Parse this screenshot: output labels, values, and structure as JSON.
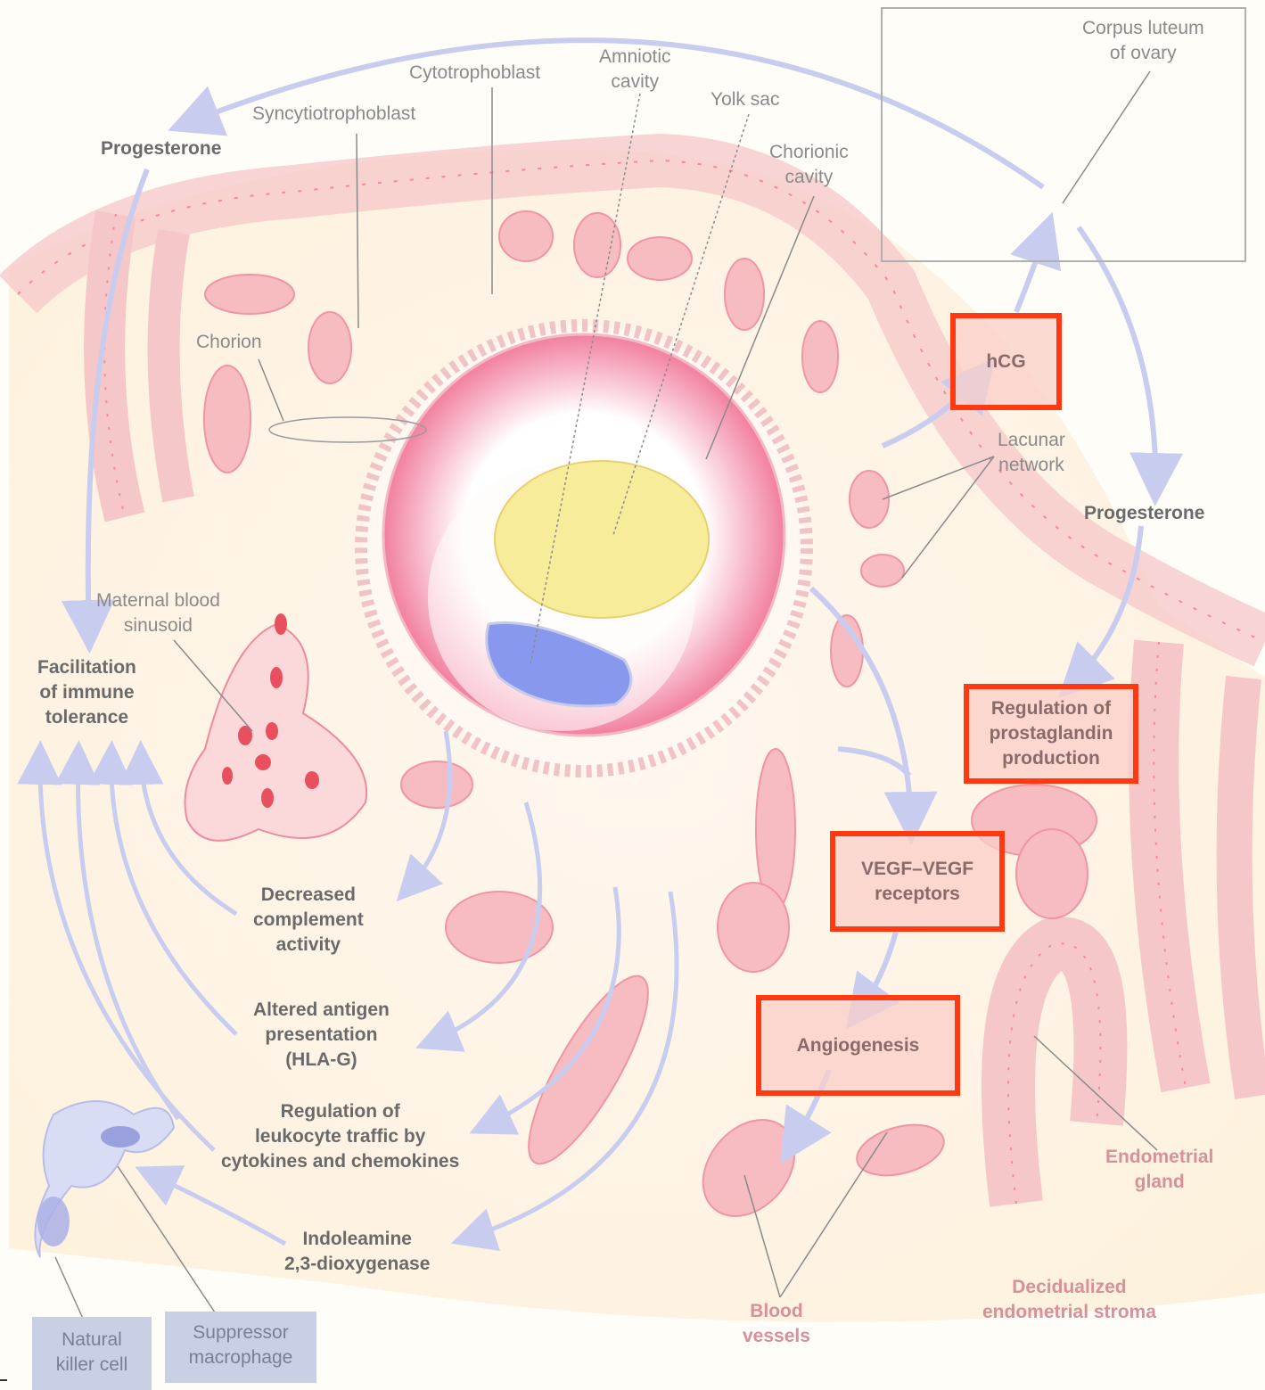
{
  "labels": {
    "corpus_luteum": [
      "Corpus luteum",
      "of ovary"
    ],
    "amniotic_cavity": [
      "Amniotic",
      "cavity"
    ],
    "cytotrophoblast": "Cytotrophoblast",
    "yolk_sac": "Yolk sac",
    "syncytiotrophoblast": "Syncytiotrophoblast",
    "chorionic_cavity": [
      "Chorionic",
      "cavity"
    ],
    "progesterone_top": "Progesterone",
    "progesterone_right": "Progesterone",
    "chorion": "Chorion",
    "lacunar_network": [
      "Lacunar",
      "network"
    ],
    "maternal_blood_sinusoid": [
      "Maternal blood",
      "sinusoid"
    ],
    "facilitation": [
      "Facilitation",
      "of immune",
      "tolerance"
    ],
    "decreased_complement": [
      "Decreased",
      "complement",
      "activity"
    ],
    "altered_antigen": [
      "Altered antigen",
      "presentation",
      "(HLA-G)"
    ],
    "regulation_leukocyte": [
      "Regulation of",
      "leukocyte traffic by",
      "cytokines and chemokines"
    ],
    "indoleamine": [
      "Indoleamine",
      "2,3-dioxygenase"
    ],
    "endometrial_gland": [
      "Endometrial",
      "gland"
    ],
    "decidualized_stroma": [
      "Decidualized",
      "endometrial stroma"
    ],
    "blood_vessels": [
      "Blood",
      "vessels"
    ]
  },
  "highlighted": {
    "hcg": "hCG",
    "prostaglandin": [
      "Regulation of",
      "prostaglandin",
      "production"
    ],
    "vegf": [
      "VEGF–VEGF",
      "receptors"
    ],
    "angiogenesis": "Angiogenesis"
  },
  "cells": {
    "natural_killer": [
      "Natural",
      "killer cell"
    ],
    "suppressor_macrophage": [
      "Suppressor",
      "macrophage"
    ]
  },
  "colors": {
    "highlight_border": "#ff3a10",
    "arrow": "#c8cdf0",
    "tissue_pink": "#f08a9c",
    "yolk": "#f7ec9a",
    "amnion_blue": "#8898ee"
  }
}
